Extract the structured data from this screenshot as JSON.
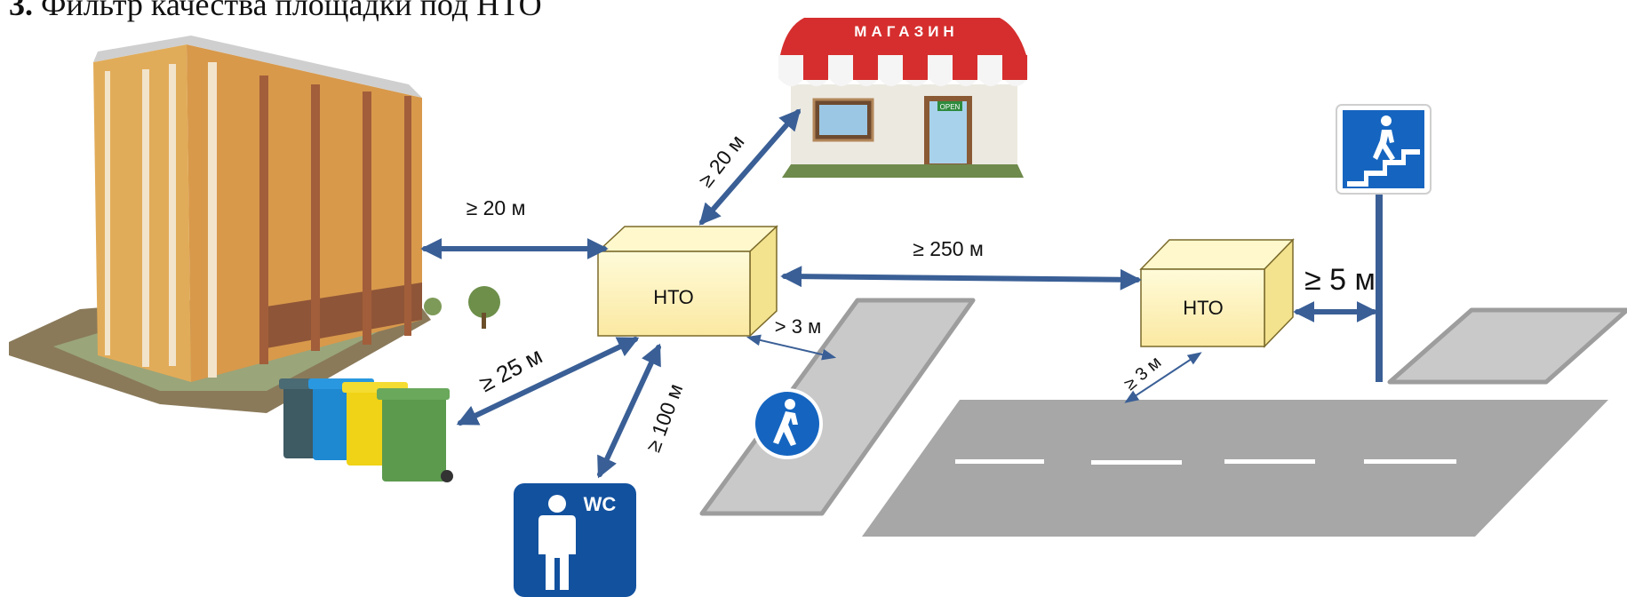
{
  "title": {
    "number": "3.",
    "text": "Фильтр качества площадки под НТО"
  },
  "kiosks": [
    {
      "label": "НТО"
    },
    {
      "label": "НТО"
    }
  ],
  "shop": {
    "sign": "МАГАЗИН",
    "door_sign": "OPEN"
  },
  "toilet": {
    "label": "WC"
  },
  "distances": {
    "building": "≥ 20 м",
    "shop": "≥ 20 м",
    "kiosk_to_kiosk": "≥ 250 м",
    "bins": "≥ 25 м",
    "toilet": "≥ 100 м",
    "crosswalk": "> 3 м",
    "road": "≥ 3 м",
    "underpass": "≥ 5 м"
  },
  "icons": [
    "apartment-building-icon",
    "shop-icon",
    "waste-bins-icon",
    "toilet-sign-icon",
    "pedestrian-sign-icon",
    "underpass-sign-icon"
  ],
  "colors": {
    "arrow": "#3a5f96",
    "kiosk": "#fdf3b4",
    "road": "#a9a9a9",
    "sign_blue": "#1565c0"
  }
}
